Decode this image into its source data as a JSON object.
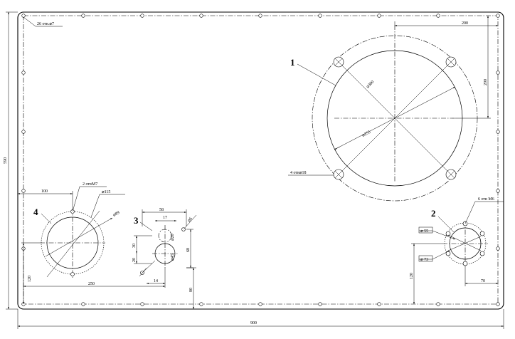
{
  "dimensions": {
    "overall_width": "900",
    "overall_height": "590",
    "mount_holes": "26 отв.⌀7",
    "big_hole_offset_x": "200",
    "big_hole_offset_y": "200",
    "big_outer_dia": "⌀300",
    "big_inner_dia": "⌀255",
    "big_bolts": "4 отв⌀18",
    "small_bolts": "6 отв М6",
    "small_outer_dia": "⌀ 55",
    "small_inner_dia": "⌀ 73",
    "small_offset_x": "70",
    "small_offset_y": "120",
    "left_offset_x": "100",
    "left_threads": "2 отвМ7",
    "left_outer_dia": "⌀115",
    "left_inner_dia": "⌀89",
    "left_offset_y": "120",
    "left_to_middle": "250",
    "mid_width": "58",
    "mid_top": "17",
    "mid_small_dia": "⌀6",
    "mid_h1": "30",
    "mid_h2": "20",
    "mid_h3": "68",
    "mid_dia1": "⌀20",
    "mid_dia2": "⌀45",
    "mid_bottom": "14",
    "mid_offset_y": "80"
  },
  "callouts": {
    "c1": "1",
    "c2": "2",
    "c3": "3",
    "c4": "4"
  }
}
